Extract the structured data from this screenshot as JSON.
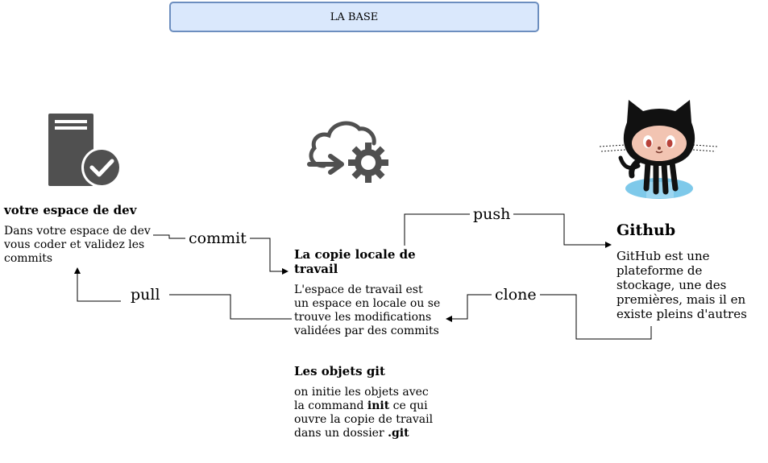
{
  "header": {
    "title": "LA BASE"
  },
  "dev": {
    "title": "votre espace de dev",
    "desc": "Dans votre espace de dev\nvous coder et validez les\ncommits"
  },
  "local": {
    "title_l1": "La copie locale de",
    "title_l2": "travail",
    "desc": "L'espace de travail est\nun espace en locale ou se\ntrouve les modifications\nvalidées par des commits"
  },
  "objects": {
    "title": "Les objets git",
    "line1": "on initie les objets avec",
    "line2_pre": "la command ",
    "line2_bold": "init",
    "line2_post": " ce qui",
    "line3": "ouvre la copie de travail",
    "line4_pre": "dans un dossier ",
    "line4_bold": ".git"
  },
  "github": {
    "title": "Github",
    "desc": "GitHub est une\nplateforme de\nstockage, une des\npremières, mais il en\nexiste pleins d'autres"
  },
  "edges": {
    "commit": "commit",
    "pull": "pull",
    "push": "push",
    "clone": "clone"
  },
  "icons": {
    "server": "server-check-icon",
    "cloud": "cloud-gear-icon",
    "octocat": "octocat-icon"
  }
}
